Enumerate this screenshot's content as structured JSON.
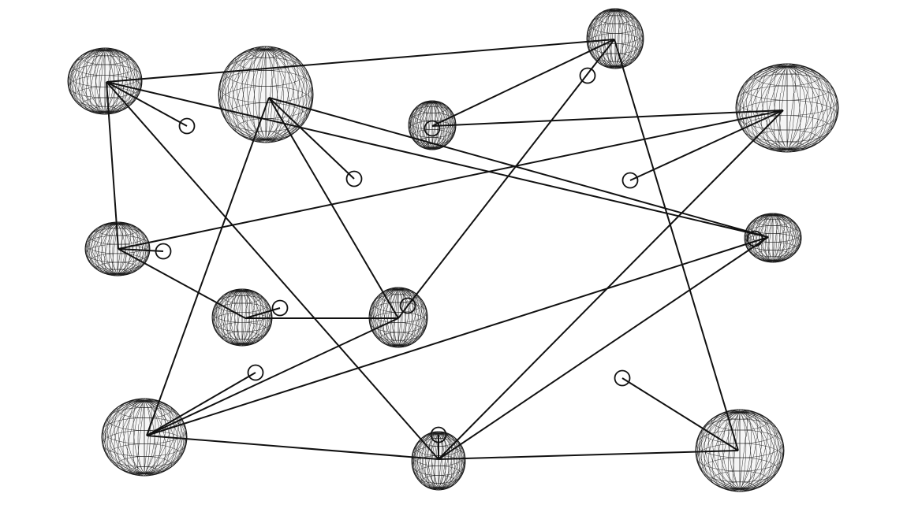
{
  "diagram": {
    "type": "wireframe-sphere-network",
    "colors": {
      "background": "#ffffff",
      "stroke": "#111111"
    },
    "nodes": [
      {
        "id": "n1"
      },
      {
        "id": "n2"
      },
      {
        "id": "n3"
      },
      {
        "id": "n4"
      },
      {
        "id": "n5"
      },
      {
        "id": "n6"
      },
      {
        "id": "n7"
      },
      {
        "id": "n8"
      },
      {
        "id": "n9"
      },
      {
        "id": "n10"
      },
      {
        "id": "n11"
      },
      {
        "id": "n12"
      },
      {
        "id": "n13"
      }
    ],
    "edges": [
      [
        "n1",
        "n4"
      ],
      [
        "n1",
        "n9"
      ],
      [
        "n1",
        "n5"
      ],
      [
        "n1",
        "n11"
      ],
      [
        "n1",
        "m_a"
      ],
      [
        "n2",
        "n10"
      ],
      [
        "n2",
        "n6"
      ],
      [
        "n2",
        "n8"
      ],
      [
        "n2",
        "m_b"
      ],
      [
        "n4",
        "n3"
      ],
      [
        "n4",
        "n13"
      ],
      [
        "n4",
        "m_c"
      ],
      [
        "n5",
        "n6"
      ],
      [
        "n5",
        "n7"
      ],
      [
        "n5",
        "m_d"
      ],
      [
        "n6",
        "n10"
      ],
      [
        "n6",
        "n7"
      ],
      [
        "n6",
        "m_e"
      ],
      [
        "n7",
        "n12"
      ],
      [
        "n7",
        "m_f"
      ],
      [
        "n8",
        "n10"
      ],
      [
        "n9",
        "n10"
      ],
      [
        "n9",
        "n12"
      ],
      [
        "n9",
        "m_g"
      ],
      [
        "n10",
        "n12"
      ],
      [
        "n10",
        "m_h"
      ],
      [
        "n3",
        "n5"
      ],
      [
        "n3",
        "n11"
      ],
      [
        "n3",
        "m_i"
      ],
      [
        "n12",
        "n13"
      ],
      [
        "n13",
        "m_j"
      ],
      [
        "n11",
        "n9"
      ],
      [
        "n11",
        "n5"
      ]
    ]
  }
}
